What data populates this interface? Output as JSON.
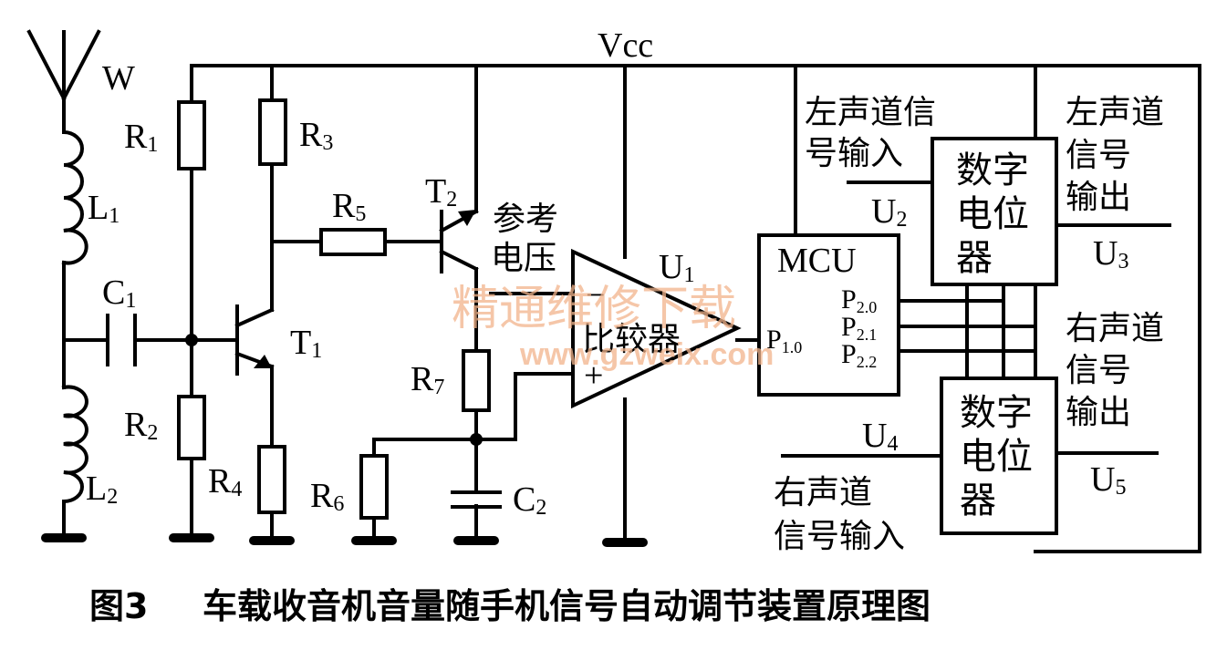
{
  "labels": {
    "antenna": "W",
    "vcc": "Vcc",
    "r1": {
      "main": "R",
      "sub": "1"
    },
    "r2": {
      "main": "R",
      "sub": "2"
    },
    "r3": {
      "main": "R",
      "sub": "3"
    },
    "r4": {
      "main": "R",
      "sub": "4"
    },
    "r5": {
      "main": "R",
      "sub": "5"
    },
    "r6": {
      "main": "R",
      "sub": "6"
    },
    "r7": {
      "main": "R",
      "sub": "7"
    },
    "l1": {
      "main": "L",
      "sub": "1"
    },
    "l2": {
      "main": "L",
      "sub": "2"
    },
    "c1": {
      "main": "C",
      "sub": "1"
    },
    "c2": {
      "main": "C",
      "sub": "2"
    },
    "t1": {
      "main": "T",
      "sub": "1"
    },
    "t2": {
      "main": "T",
      "sub": "2"
    },
    "u1": {
      "main": "U",
      "sub": "1"
    },
    "u2": {
      "main": "U",
      "sub": "2"
    },
    "u3": {
      "main": "U",
      "sub": "3"
    },
    "u4": {
      "main": "U",
      "sub": "4"
    },
    "u5": {
      "main": "U",
      "sub": "5"
    },
    "reference_voltage": [
      "参考",
      "电压"
    ],
    "comparator": "比较器",
    "minus": "−",
    "plus": "+",
    "mcu": "MCU",
    "pin_p10": {
      "main": "P",
      "sub": "1.0"
    },
    "pin_p20": {
      "main": "P",
      "sub": "2.0"
    },
    "pin_p21": {
      "main": "P",
      "sub": "2.1"
    },
    "pin_p22": {
      "main": "P",
      "sub": "2.2"
    },
    "digipot_top": [
      "数字",
      "电位",
      "器"
    ],
    "digipot_bottom": [
      "数字",
      "电位",
      "器"
    ],
    "left_input": [
      "左声道信",
      "号输入"
    ],
    "left_output": [
      "左声道",
      "信号",
      "输出"
    ],
    "right_output": [
      "右声道",
      "信号",
      "输出"
    ],
    "right_input": [
      "右声道",
      "信号输入"
    ]
  },
  "watermark": {
    "text": "精通维修下载",
    "url": "www.gzweix.com"
  },
  "caption": {
    "number": "图3",
    "title": "车载收音机音量随手机信号自动调节装置原理图"
  }
}
